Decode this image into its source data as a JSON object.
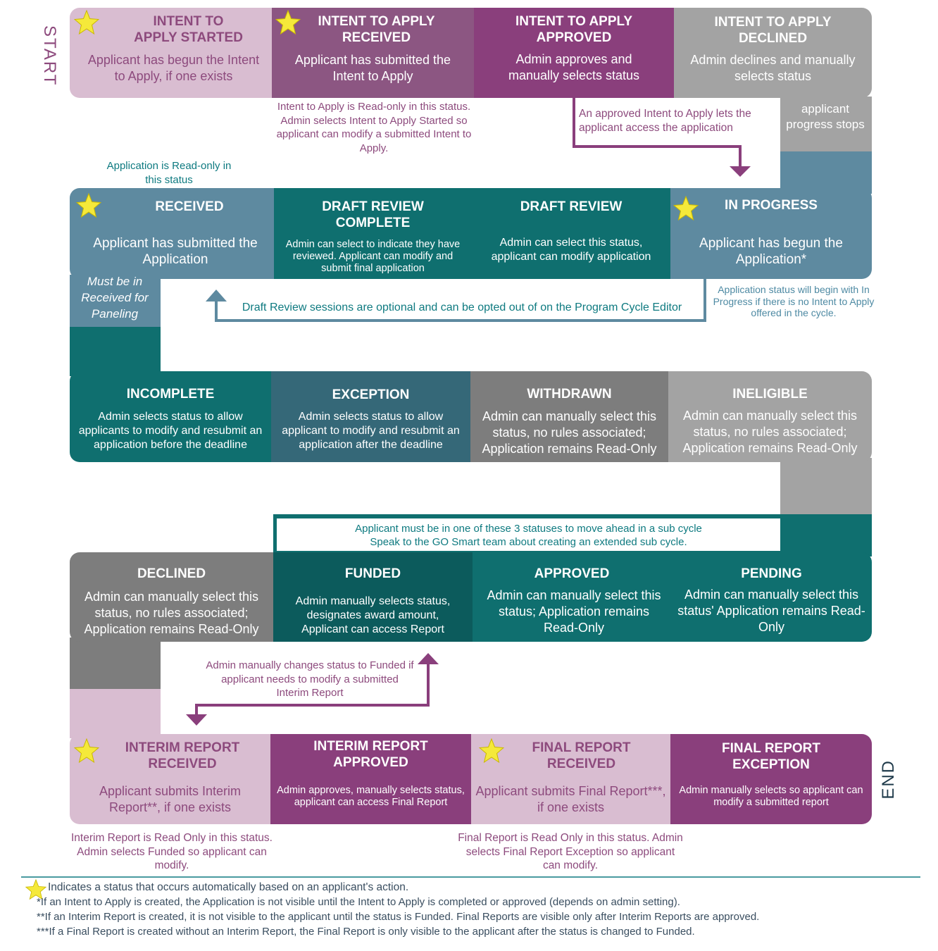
{
  "colors": {
    "light_pink": "#d9bdd1",
    "mauve": "#8c5682",
    "plum": "#8a3f7c",
    "gray": "#a3a3a3",
    "steel_blue": "#5e8aa0",
    "teal": "#0f6f6f",
    "dark_teal": "#0c5b5c",
    "teal_blue": "#356878",
    "dark_gray": "#7d7d7d",
    "purple_text": "#8d4a7d",
    "teal_text": "#0e7a80",
    "star": "#f5e93a"
  },
  "labels": {
    "start": "START",
    "end": "END"
  },
  "row1": {
    "started": {
      "title": "INTENT TO APPLY STARTED",
      "desc": "Applicant has begun the Intent to Apply, if one exists"
    },
    "received": {
      "title": "INTENT TO APPLY RECEIVED",
      "desc": "Applicant has submitted the Intent to Apply"
    },
    "approved": {
      "title": "INTENT TO APPLY APPROVED",
      "desc": "Admin approves and manually selects status"
    },
    "declined": {
      "title": "INTENT TO APPLY DECLINED",
      "desc": "Admin declines and manually selects status"
    },
    "stops": "applicant progress stops",
    "note_readonly": "Intent to Apply is Read-only in this status. Admin selects Intent to Apply Started so applicant can modify a submitted Intent to Apply.",
    "note_approved": "An approved Intent to Apply lets the applicant access the application"
  },
  "row2": {
    "note_app_readonly": "Application is Read-only in this status",
    "received": {
      "title": "RECEIVED",
      "desc": "Applicant has submitted the Application"
    },
    "draft_complete": {
      "title": "DRAFT REVIEW COMPLETE",
      "desc": "Admin can select to indicate they have reviewed. Applicant can modify and submit final application"
    },
    "draft_review": {
      "title": "DRAFT REVIEW",
      "desc": "Admin can select this status, applicant can modify application"
    },
    "in_progress": {
      "title": "IN PROGRESS",
      "desc": "Applicant has begun the Application*"
    },
    "paneling": "Must be in Received for Paneling",
    "note_draft": "Draft Review sessions are optional and can be opted out of on the Program Cycle Editor",
    "note_inprogress": "Application status will begin with In Progress if there is no Intent to Apply offered in the cycle."
  },
  "row3": {
    "incomplete": {
      "title": "INCOMPLETE",
      "desc": "Admin selects status to allow applicants to modify and resubmit an application before the deadline"
    },
    "exception": {
      "title": "EXCEPTION",
      "desc": "Admin selects status to allow applicant to modify and resubmit an application after the deadline"
    },
    "withdrawn": {
      "title": "WITHDRAWN",
      "desc": "Admin can manually select this status, no rules associated; Application remains Read-Only"
    },
    "ineligible": {
      "title": "INELIGIBLE",
      "desc": "Admin can manually select this status, no rules associated; Application remains Read-Only"
    }
  },
  "row4": {
    "subcycle_1": "Applicant must be in one of these 3 statuses to move ahead in a sub cycle",
    "subcycle_2": "Speak to the GO Smart team about creating an extended sub cycle.",
    "declined": {
      "title": "DECLINED",
      "desc": "Admin can manually select this status, no rules associated; Application remains Read-Only"
    },
    "funded": {
      "title": "FUNDED",
      "desc": "Admin manually selects status, designates award amount, Applicant can access Report"
    },
    "approved": {
      "title": "APPROVED",
      "desc": "Admin can manually select this status; Application remains Read-Only"
    },
    "pending": {
      "title": "PENDING",
      "desc": "Admin can manually select this status' Application remains Read-Only"
    },
    "note_funded": "Admin manually changes status to Funded if applicant needs to modify a submitted Interim Report"
  },
  "row5": {
    "interim_received": {
      "title": "INTERIM REPORT RECEIVED",
      "desc": "Applicant submits Interim Report**, if one exists"
    },
    "interim_approved": {
      "title": "INTERIM REPORT APPROVED",
      "desc": "Admin approves, manually selects status, applicant can access Final Report"
    },
    "final_received": {
      "title": "FINAL REPORT RECEIVED",
      "desc": "Applicant submits Final Report***, if one exists"
    },
    "final_exception": {
      "title": "FINAL REPORT EXCEPTION",
      "desc": "Admin manually selects so applicant can modify a submitted report"
    },
    "note_interim": "Interim Report is Read Only in this status. Admin selects Funded so applicant can modify.",
    "note_final": "Final Report is Read Only in this status. Admin selects Final Report Exception so applicant can modify."
  },
  "footer": {
    "star_legend": "Indicates a status that occurs automatically based on an applicant's action.",
    "fn1": "*If an Intent to Apply is created, the Application is not visible until the Intent to Apply is completed or approved (depends on admin setting).",
    "fn2": "**If an Interim Report is created, it is not visible to the applicant until the status is Funded.  Final Reports are visible only after Interim Reports are approved.",
    "fn3": "***If a Final Report is created without an Interim Report, the Final Report is only visible to the applicant after the status is changed to Funded."
  }
}
